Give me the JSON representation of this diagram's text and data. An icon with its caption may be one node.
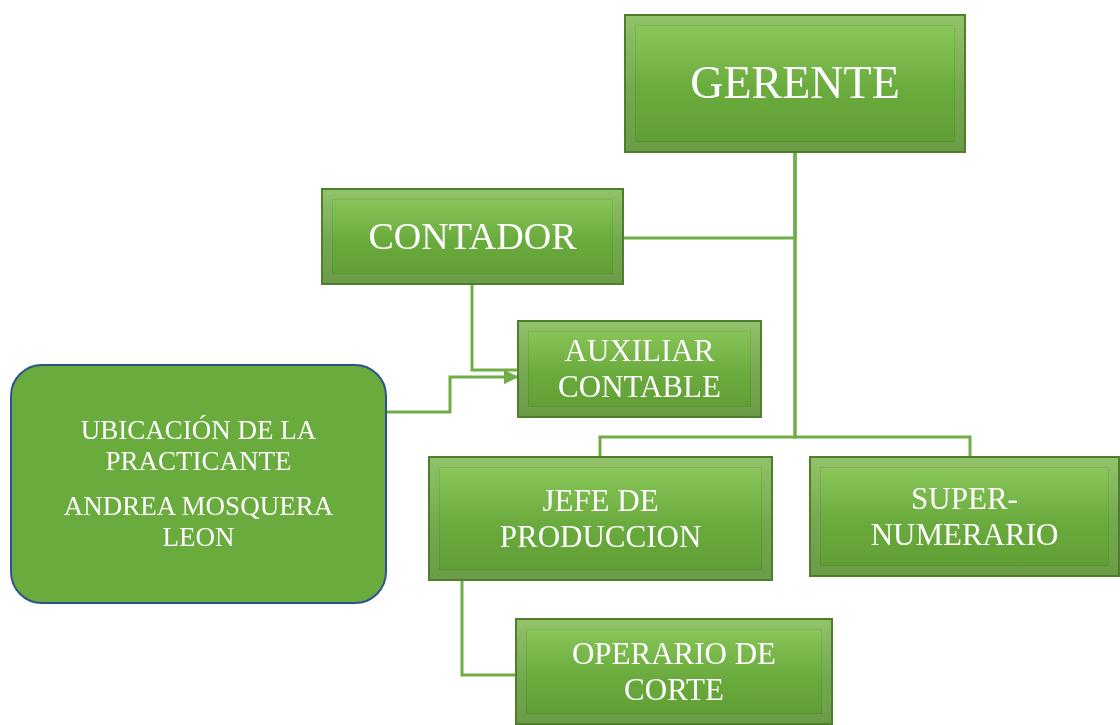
{
  "diagram": {
    "nodes": [
      {
        "text": [
          "GERENTE"
        ]
      },
      {
        "text": [
          "CONTADOR"
        ]
      },
      {
        "text": [
          "AUXILIAR CONTABLE"
        ]
      },
      {
        "text": [
          "JEFE DE PRODUCCION"
        ]
      },
      {
        "text": [
          "SUPER- NUMERARIO"
        ]
      },
      {
        "text": [
          "OPERARIO DE CORTE"
        ]
      },
      {
        "text": [
          "UBICACIÓN DE LA PRACTICANTE",
          "ANDREA MOSQUERA LEON"
        ]
      }
    ],
    "edges": [
      {
        "from": 0,
        "to": 1,
        "arrow": "none"
      },
      {
        "from": 1,
        "to": 2,
        "arrow": "none"
      },
      {
        "from": 0,
        "to": 3,
        "arrow": "none"
      },
      {
        "from": 0,
        "to": 4,
        "arrow": "none"
      },
      {
        "from": 3,
        "to": 5,
        "arrow": "none"
      },
      {
        "from": 6,
        "to": 2,
        "arrow": "to"
      }
    ]
  }
}
